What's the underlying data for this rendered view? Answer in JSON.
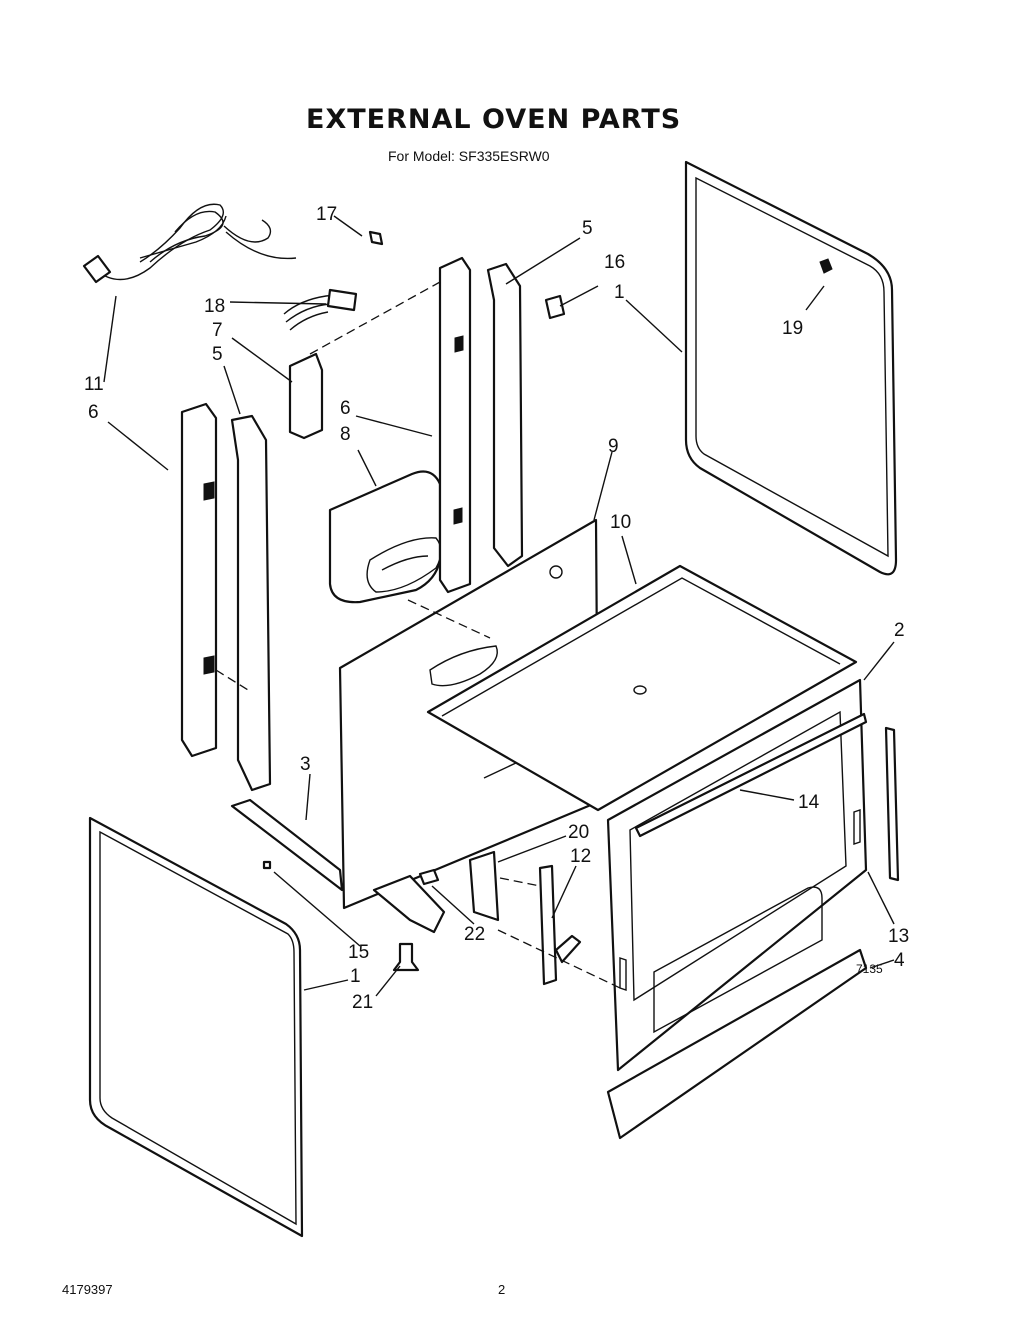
{
  "header": {
    "title": "EXTERNAL OVEN PARTS",
    "subtitle": "For Model: SF335ESRW0"
  },
  "figure_code": "7135",
  "footer": {
    "document_number": "4179397",
    "page_number": "2"
  },
  "callouts": [
    "1",
    "1",
    "2",
    "3",
    "4",
    "5",
    "5",
    "6",
    "6",
    "7",
    "8",
    "9",
    "10",
    "11",
    "12",
    "13",
    "14",
    "15",
    "16",
    "17",
    "18",
    "19",
    "20",
    "21",
    "22"
  ]
}
